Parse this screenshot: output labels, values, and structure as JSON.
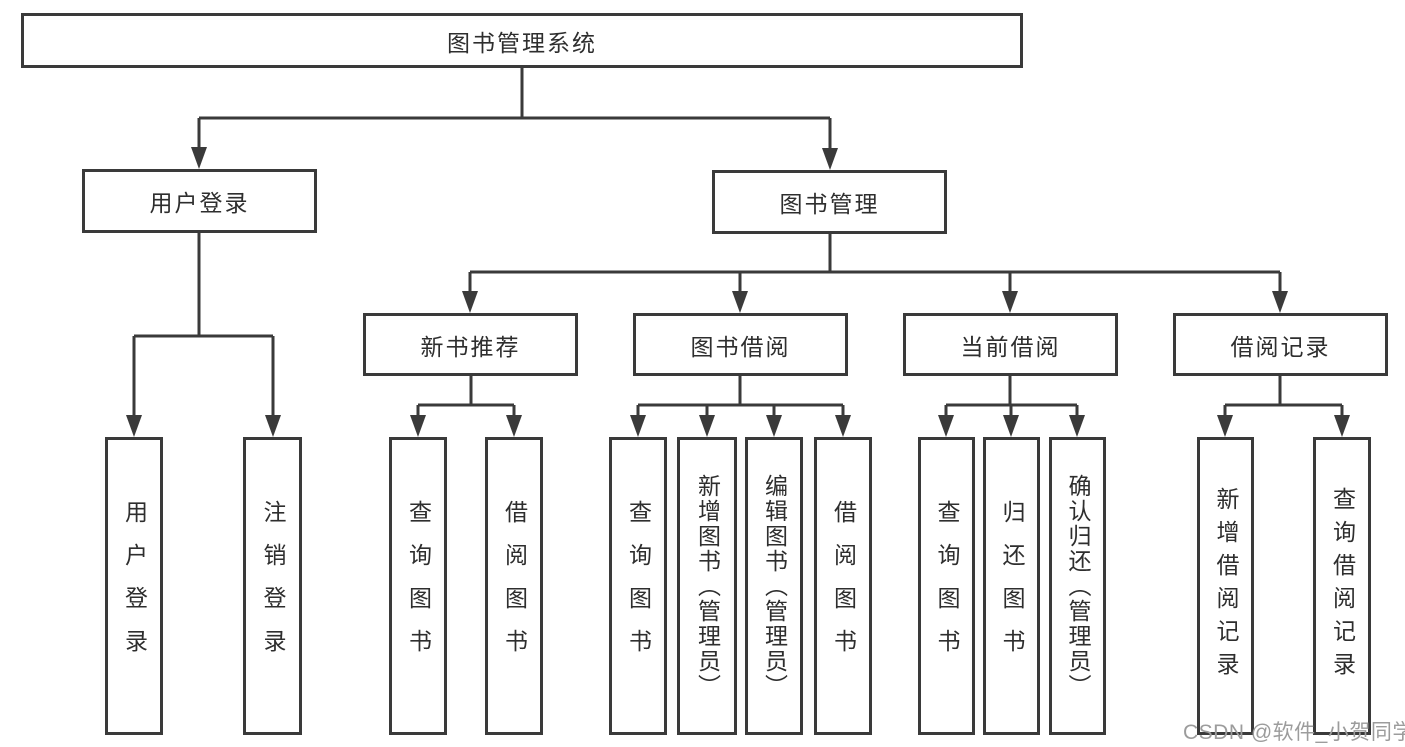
{
  "watermark": "CSDN @软件_小贺同学",
  "colors": {
    "background": "#ffffff",
    "box_border": "#3a3a3a",
    "connector_line": "#3a3a3a",
    "text": "#2e2e2e",
    "watermark_text": "#9c9c9c"
  },
  "tree": {
    "root": {
      "label": "图书管理系统",
      "children": [
        {
          "label": "用户登录",
          "children": [
            {
              "label": "用户登录"
            },
            {
              "label": "注销登录"
            }
          ]
        },
        {
          "label": "图书管理",
          "children": [
            {
              "label": "新书推荐",
              "children": [
                {
                  "label": "查询图书"
                },
                {
                  "label": "借阅图书"
                }
              ]
            },
            {
              "label": "图书借阅",
              "children": [
                {
                  "label": "查询图书"
                },
                {
                  "label": "新增图书（管理员）"
                },
                {
                  "label": "编辑图书（管理员）"
                },
                {
                  "label": "借阅图书"
                }
              ]
            },
            {
              "label": "当前借阅",
              "children": [
                {
                  "label": "查询图书"
                },
                {
                  "label": "归还图书"
                },
                {
                  "label": "确认归还（管理员）"
                }
              ]
            },
            {
              "label": "借阅记录",
              "children": [
                {
                  "label": "新增借阅记录"
                },
                {
                  "label": "查询借阅记录"
                }
              ]
            }
          ]
        }
      ]
    }
  }
}
